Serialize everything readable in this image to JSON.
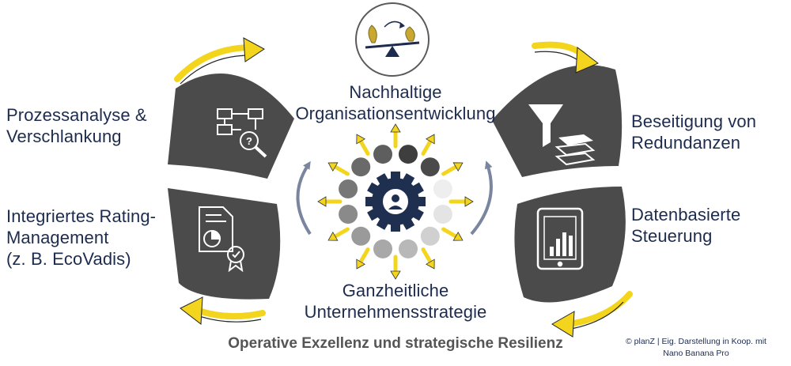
{
  "center": {
    "title_line1": "Nachhaltige",
    "title_line2": "Organisationsentwicklung",
    "subtitle_line1": "Ganzheitliche",
    "subtitle_line2": "Unternehmensstrategie"
  },
  "segments": {
    "top_left": {
      "line1": "Prozessanalyse &",
      "line2": "Verschlankung",
      "icon": "process-analysis-icon"
    },
    "bottom_left": {
      "line1": "Integriertes Rating-",
      "line2": "Management",
      "line3": "(z. B. EcoVadis)",
      "icon": "certificate-document-icon"
    },
    "top_right": {
      "line1": "Beseitigung von",
      "line2": "Redundanzen",
      "icon": "funnel-layers-icon"
    },
    "bottom_right": {
      "line1": "Datenbasierte",
      "line2": "Steuerung",
      "icon": "tablet-chart-icon"
    }
  },
  "footer": "Operative Exzellenz und strategische Resilienz",
  "credit_line1": "© planZ | Eig. Darstellung in Koop. mit",
  "credit_line2": "Nano Banana Pro",
  "colors": {
    "segment": "#4b4b4b",
    "accent": "#f2d51c",
    "navy": "#1d2c4e",
    "text": "#1d2c4e",
    "footer": "#555555",
    "gear": "#1f2f50"
  }
}
